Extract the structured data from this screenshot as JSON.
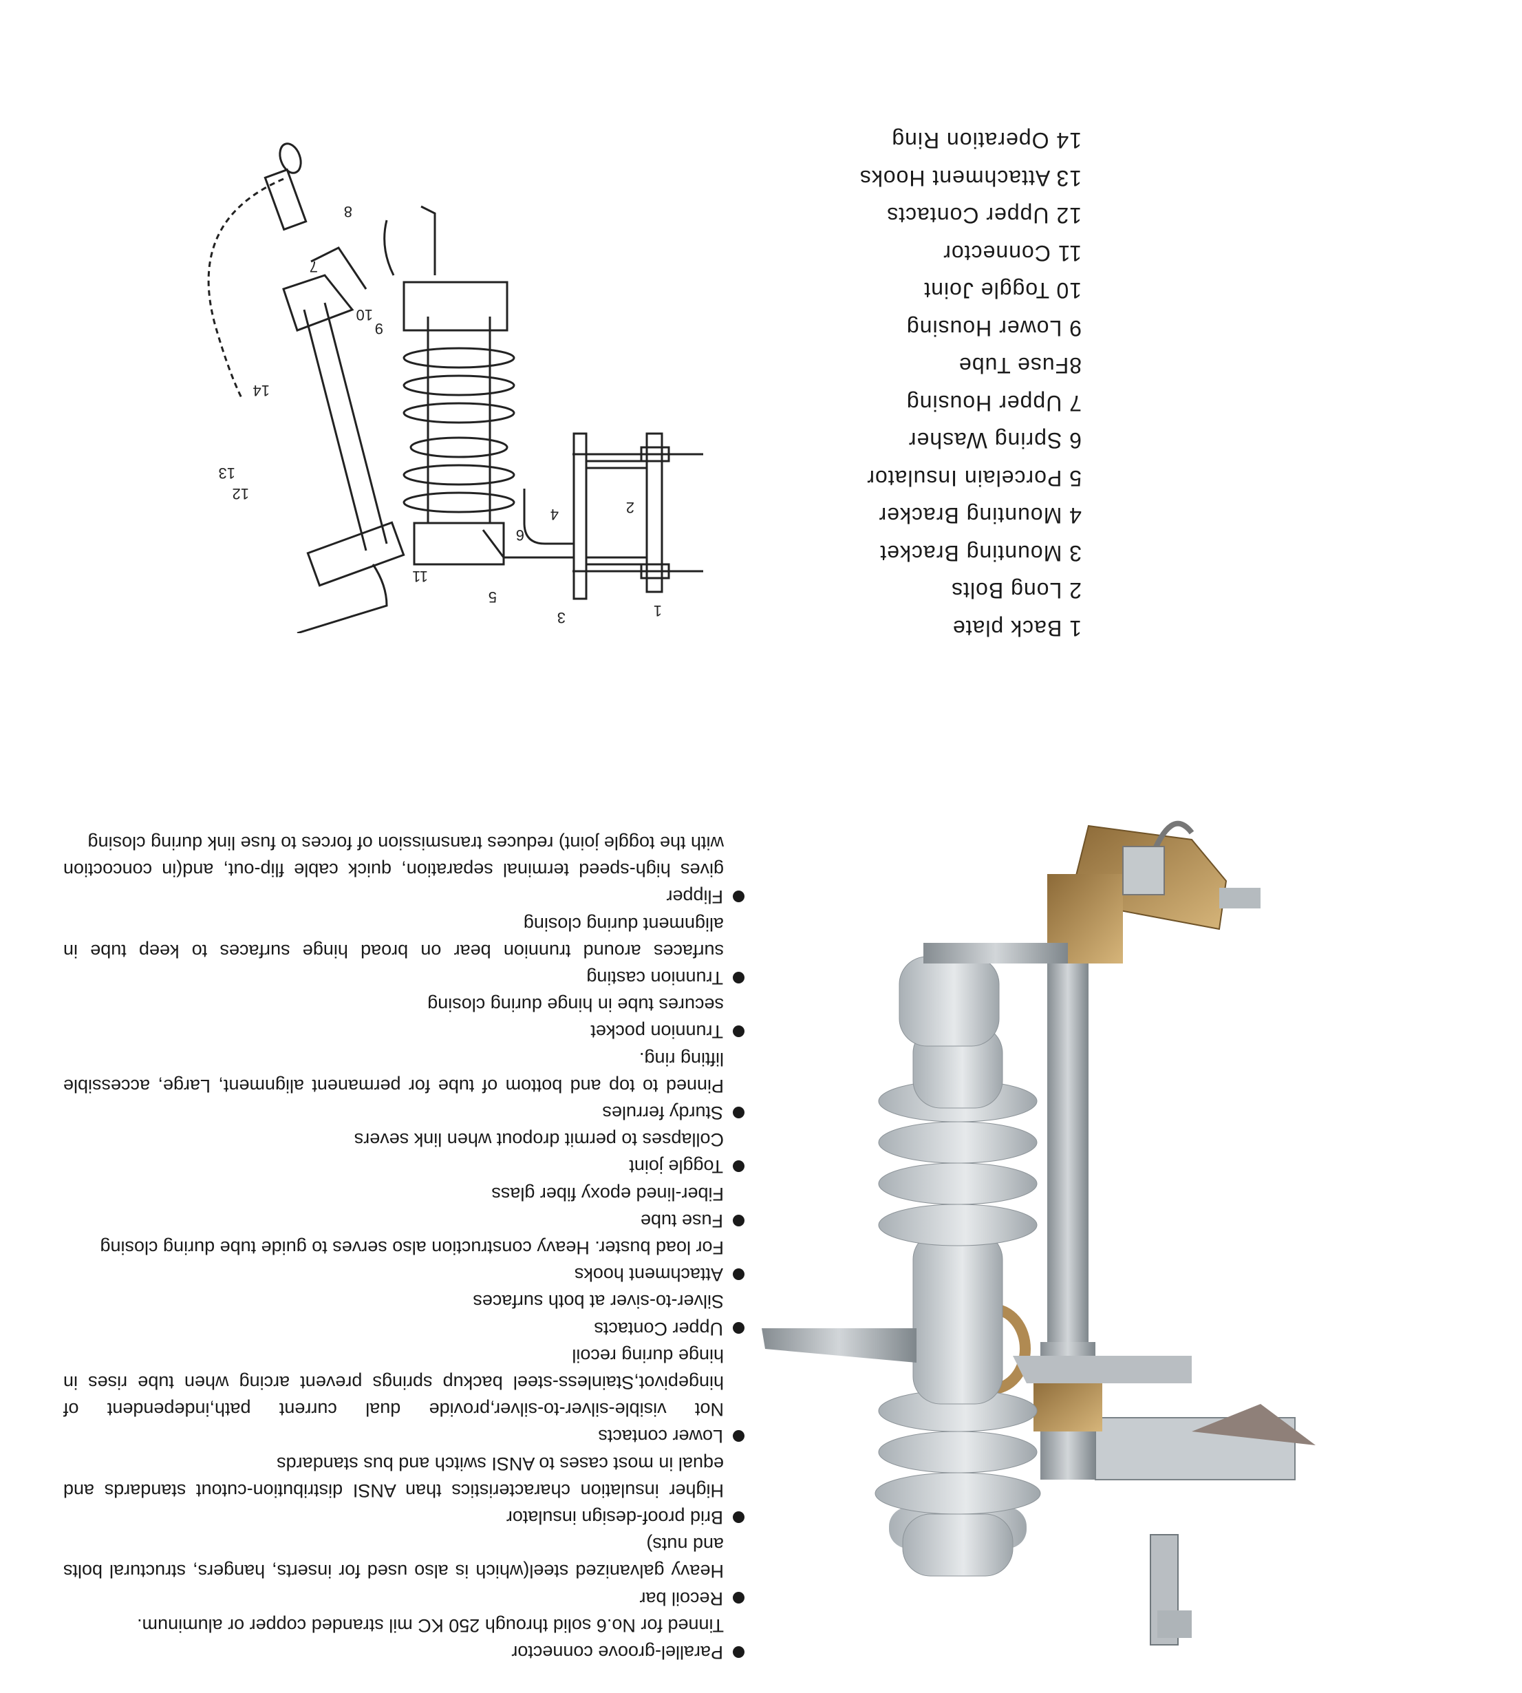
{
  "parts_list": [
    "1 Back plate",
    "2 Long Bolts",
    "3 Mounting Bracket",
    "4 Mounting Bracker",
    "5 Porcelain Insulator",
    "6 Spring Washer",
    "7 Upper Housing",
    "8Fuse Tube",
    "9 Lower Housing",
    "10 Toggle Joint",
    "11 Connector",
    "12 Upper Contacts",
    "13 Attachment Hooks",
    "14 Operation Ring"
  ],
  "drawing_callouts": [
    "1",
    "2",
    "3",
    "4",
    "5",
    "6",
    "7",
    "8",
    "9",
    "10",
    "11",
    "12",
    "13",
    "14"
  ],
  "features": [
    {
      "title": "Parallel-groove connector",
      "desc": "Tinned for No.6 solid through 250 KC mil stranded copper or aluminum."
    },
    {
      "title": "Recoil bar",
      "desc": "Heavy galvanized steel(which is also used for inserts, hangers, structural bolts and nuts)"
    },
    {
      "title": "Brid proof-design insulator",
      "desc": "Higher insulation characteristics than ANSI distribution-cutout standards and equal in most cases to ANSI switch and bus standards"
    },
    {
      "title": "Lower contacts",
      "desc": "Not visible-silver-to-silver,provide dual current path,independent of hingepivot,Stainless-steel backup springs prevent arcing when tube rises in hinge during recoil"
    },
    {
      "title": "Upper Contacts",
      "desc": "Silver-to-siver at both surfaces"
    },
    {
      "title": "Attachment hooks",
      "desc": "For load buster. Heavy construction also serves to guide tube during closing"
    },
    {
      "title": "Fuse tube",
      "desc": "Fiber-lined epoxy fiber glass"
    },
    {
      "title": "Toggle joint",
      "desc": "Collapses to permit dropout when link severs"
    },
    {
      "title": "Sturdy ferrules",
      "desc": "Pinned to top and bottom of tube for permanent alignment, Large, accessible lifting ring."
    },
    {
      "title": "Trunnion pocket",
      "desc": "secures tube in hinge during closing"
    },
    {
      "title": "Trunnion casting",
      "desc": "surfaces around trunnion bear on broad hinge surfaces to keep tube in alignment during closing"
    },
    {
      "title": "Flipper",
      "desc": "gives high-speed terminal separation, quick cable flip-out, and(in concoction with the toggle joint) reduces transmission of forces to fuse link during closing"
    }
  ],
  "colors": {
    "text": "#1a1a1a",
    "porcelain": "#c9ced2",
    "brass": "#b08a52",
    "steel": "#9aa1a6"
  },
  "icons": [
    "bullet-dot-icon"
  ]
}
